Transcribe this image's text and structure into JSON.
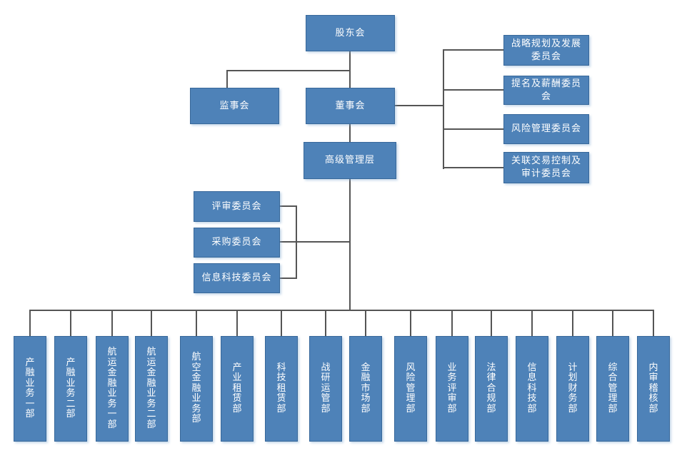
{
  "diagram": {
    "type": "org-chart",
    "language": "zh-CN"
  },
  "nodes": {
    "shareholders_meeting": "股东会",
    "supervisory_board": "监事会",
    "board_of_directors": "董事会",
    "senior_management": "高级管理层"
  },
  "board_committees": [
    "战略规划及发展委员会",
    "提名及薪酬委员会",
    "风险管理委员会",
    "关联交易控制及审计委员会"
  ],
  "management_committees": [
    "评审委员会",
    "采购委员会",
    "信息科技委员会"
  ],
  "departments": [
    "产融业务一部",
    "产融业务二部",
    "航运金融业务一部",
    "航运金融业务二部",
    "航空金融业务部",
    "产业租赁部",
    "科技租赁部",
    "战研运管部",
    "金融市场部",
    "风险管理部",
    "业务评审部",
    "法律合规部",
    "信息科技部",
    "计划财务部",
    "综合管理部",
    "内审稽核部"
  ],
  "colors": {
    "box_fill": "#4e82b8",
    "box_border": "#38689a",
    "connector": "#555555",
    "text": "#ffffff",
    "background": "#ffffff"
  }
}
